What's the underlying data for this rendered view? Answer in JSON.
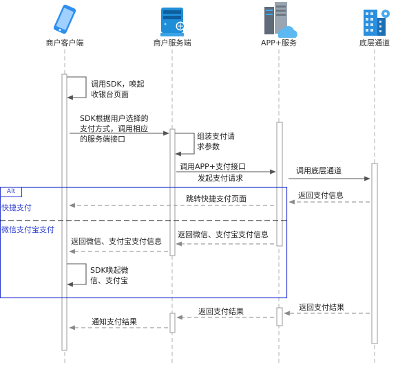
{
  "participants": {
    "client": "商户客户端",
    "server": "商户服务端",
    "app": "APP+服务",
    "channel": "底层通道"
  },
  "messages": {
    "m1": "调用SDK，唤起收银台页面",
    "m2": "SDK根据用户选择的支付方式，调用相应的服务端接口",
    "m3": "组装支付请求参数",
    "m4": "调用APP+支付接口",
    "m5": "发起支付请求",
    "m6": "调用底层通道",
    "m7": "跳转快捷支付页面",
    "m8": "返回支付信息",
    "m9": "返回微信、支付宝支付信息",
    "m10": "返回微信、支付宝支付信息",
    "m11": "SDK唤起微信、支付宝",
    "m12": "返回支付结果",
    "m13": "返回支付结果",
    "m14": "通知支付结果"
  },
  "frame": {
    "tag": "Alt",
    "section1": "快捷支付",
    "section2": "微信支付宝支付"
  },
  "colors": {
    "lifeline": "#b0b0b0",
    "arrow_solid": "#555555",
    "arrow_dashed": "#8a8a8a",
    "frame": "#2f3fd1",
    "phone": "#2e8ff0",
    "server": "#1f8ed8",
    "building": "#2a8fde"
  },
  "icons": [
    "phone-icon",
    "server-icon",
    "server-cluster-icon",
    "building-icon"
  ]
}
